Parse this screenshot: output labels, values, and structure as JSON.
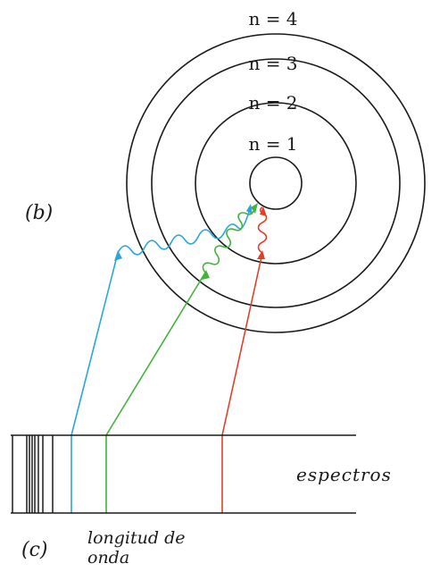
{
  "labels": {
    "part_b": "(b)",
    "part_c": "(c)",
    "espectros": "espectros",
    "longitud_line1": "longitud de",
    "longitud_line2": "onda"
  },
  "orbits": [
    {
      "level": 1,
      "label": "n = 1"
    },
    {
      "level": 2,
      "label": "n = 2"
    },
    {
      "level": 3,
      "label": "n = 3"
    },
    {
      "level": 4,
      "label": "n = 4"
    }
  ],
  "transitions": [
    {
      "name": "blue",
      "from": 4,
      "to": 1,
      "color": "#2aa6dc"
    },
    {
      "name": "green",
      "from": 3,
      "to": 1,
      "color": "#3fb53a"
    },
    {
      "name": "red",
      "from": 2,
      "to": 1,
      "color": "#e0402a"
    }
  ],
  "colors": {
    "line": "#1a1a1a",
    "background": "#ffffff"
  }
}
